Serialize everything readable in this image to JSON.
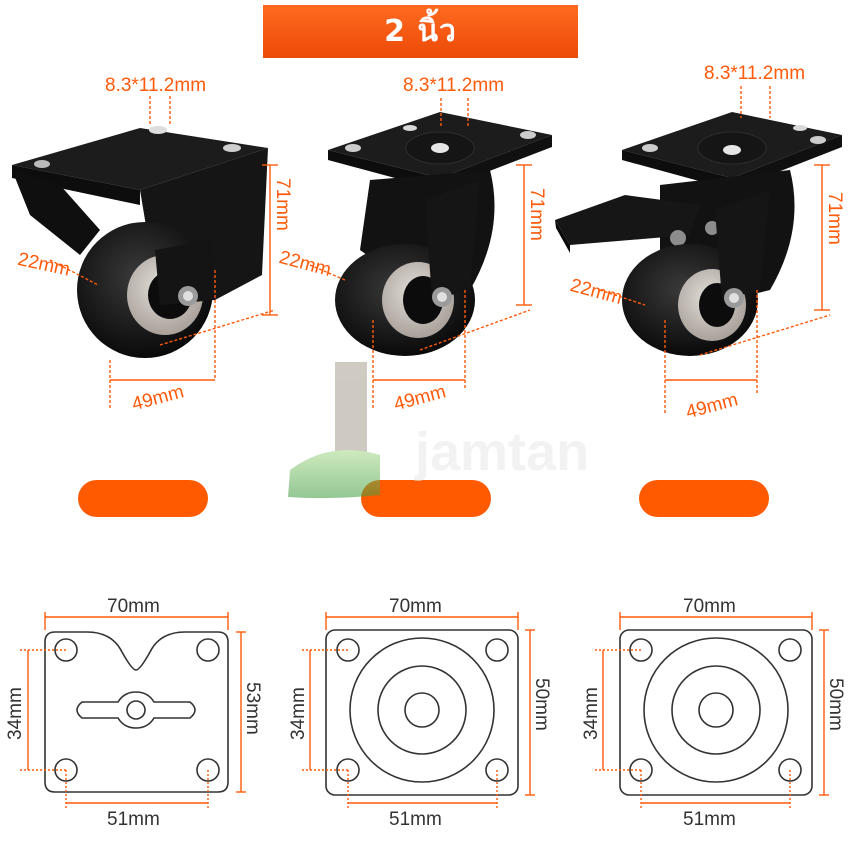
{
  "banner": {
    "title": "2 นิ้ว"
  },
  "casters": [
    {
      "type": "fixed",
      "plate_hole": "8.3*11.2mm",
      "height": "71mm",
      "width": "22mm",
      "offset": "49mm"
    },
    {
      "type": "swivel",
      "plate_hole": "8.3*11.2mm",
      "height": "71mm",
      "width": "22mm",
      "offset": "49mm"
    },
    {
      "type": "swivel-brake",
      "plate_hole": "8.3*11.2mm",
      "height": "71mm",
      "width": "22mm",
      "offset": "49mm"
    }
  ],
  "plates": [
    {
      "width": "70mm",
      "length": "53mm",
      "hole_spacing_x": "51mm",
      "hole_spacing_y": "34mm"
    },
    {
      "width": "70mm",
      "length": "50mm",
      "hole_spacing_x": "51mm",
      "hole_spacing_y": "34mm"
    },
    {
      "width": "70mm",
      "length": "50mm",
      "hole_spacing_x": "51mm",
      "hole_spacing_y": "34mm"
    }
  ],
  "colors": {
    "accent": "#ff5a00",
    "product": "#111111",
    "wheel_hub": "#c9c2bb",
    "drawing": "#333333"
  }
}
